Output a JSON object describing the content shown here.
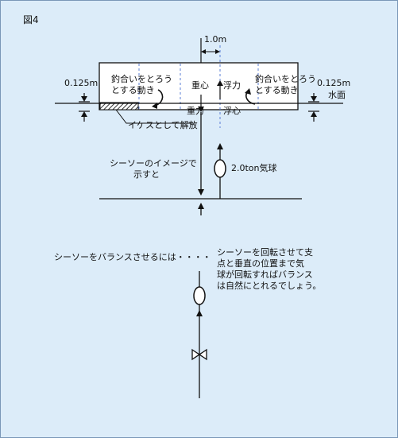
{
  "figure_label": "図4",
  "dimensions": {
    "gap_top": "1.0m",
    "left_depth": "0.125m",
    "right_depth": "0.125m"
  },
  "labels": {
    "left_moment": [
      "釣合いをとろう",
      "とする動き"
    ],
    "right_moment": [
      "釣合いをとろう",
      "とする動き"
    ],
    "center_gravity": "重心",
    "buoyancy": "浮力",
    "gravity": "重力",
    "center_buoyancy": "浮心",
    "water_surface": "水面",
    "hatched_callout": "イケスとして解放",
    "seesaw_image": [
      "シーソーのイメージで",
      "示すと"
    ],
    "balloon": "2.0ton気球",
    "balance_question": "シーソーをバランスさせるには・・・・",
    "balance_answer": [
      "シーソーを回転させて支",
      "点と垂直の位置まで気",
      "球が回転すればバランス",
      "は自然にとれるでしょう。"
    ]
  },
  "colors": {
    "background": "#dcecf9",
    "box_fill": "#ffffff",
    "dashed_line": "#5b7fd6",
    "ink": "#111111"
  }
}
